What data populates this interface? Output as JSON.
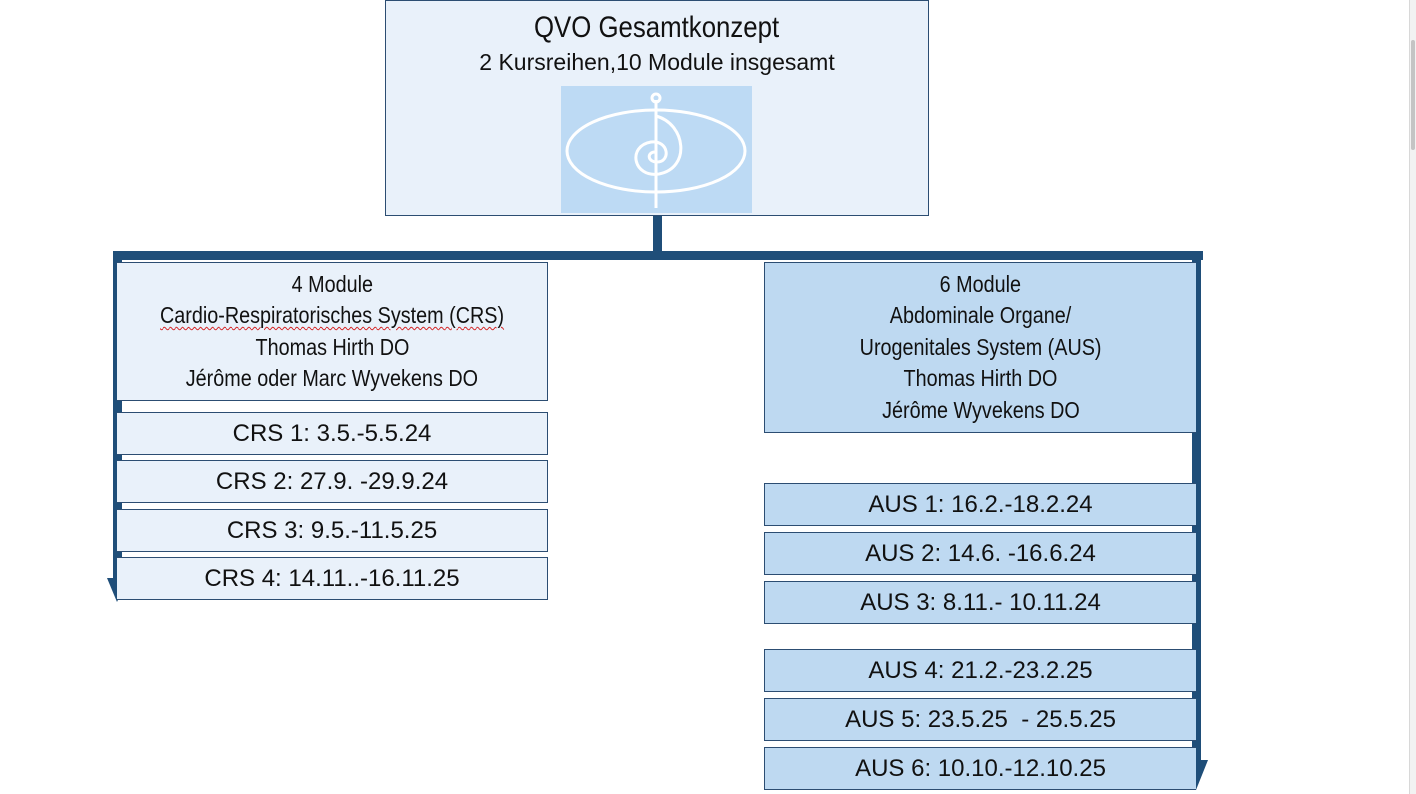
{
  "top": {
    "title": "QVO Gesamtkonzept",
    "subtitle": "2 Kursreihen,10 Module insgesamt",
    "logo": "spiral-ellipse-logo"
  },
  "left": {
    "header_lines": [
      "4 Module",
      "Cardio-Respiratorisches System (CRS)",
      "Thomas Hirth DO",
      "Jérôme oder Marc Wyvekens DO"
    ],
    "modules": [
      "CRS 1: 3.5.-5.5.24",
      "CRS 2: 27.9. -29.9.24",
      "CRS 3: 9.5.-11.5.25",
      "CRS 4: 14.11..-16.11.25"
    ]
  },
  "right": {
    "header_lines": [
      "6 Module",
      "Abdominale Organe/",
      "Urogenitales System (AUS)",
      "Thomas Hirth DO",
      "Jérôme Wyvekens DO"
    ],
    "modules": [
      "AUS 1: 16.2.-18.2.24",
      "AUS 2: 14.6. -16.6.24",
      "AUS 3: 8.11.- 10.11.24",
      "AUS 4: 21.2.-23.2.25",
      "AUS 5: 23.5.25  - 25.5.25",
      "AUS 6: 10.10.-12.10.25"
    ]
  },
  "colors": {
    "connector": "#1f4e79",
    "box_border": "#2c4d72",
    "light_fill": "#e9f1fa",
    "medium_fill": "#bed9f1",
    "logo_fill": "#bddaf4"
  }
}
